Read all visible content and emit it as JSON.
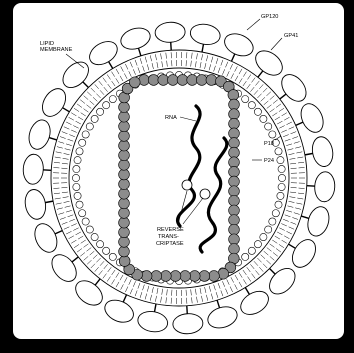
{
  "labels": {
    "gp120": "GP120",
    "gp41": "GP41",
    "lipid_line1": "LIPID",
    "lipid_line2": "MEMBRANE",
    "rna": "RNA",
    "p18": "P18",
    "p24": "P24",
    "rt_line1": "REVERSE",
    "rt_line2": "TRANS-",
    "rt_line3": "CRIPTASE"
  },
  "colors": {
    "background": "#000000",
    "panel": "#ffffff",
    "ink": "#000000",
    "capsid_bead": "#8c8c8c"
  }
}
